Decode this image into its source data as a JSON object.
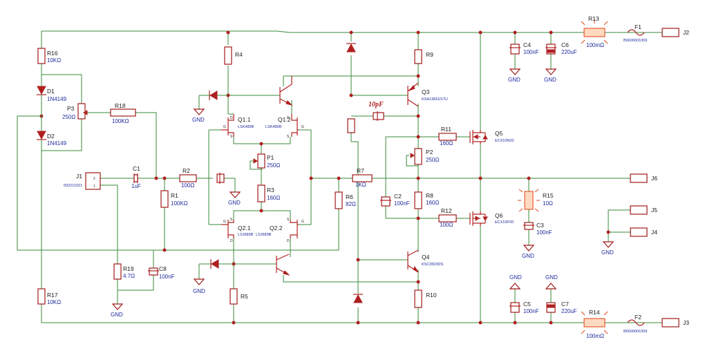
{
  "resistors": {
    "R1": {
      "name": "R1",
      "value": "100KΩ"
    },
    "R2": {
      "name": "R2",
      "value": "100Ω"
    },
    "R3": {
      "name": "R3",
      "value": "160Ω"
    },
    "R4": {
      "name": "R4",
      "value": ""
    },
    "R5": {
      "name": "R5",
      "value": ""
    },
    "R6": {
      "name": "R6",
      "value": "82Ω"
    },
    "R7": {
      "name": "R7",
      "value": "1KΩ"
    },
    "R8": {
      "name": "R8",
      "value": "160Ω"
    },
    "R9": {
      "name": "R9",
      "value": ""
    },
    "R10": {
      "name": "R10",
      "value": ""
    },
    "R11": {
      "name": "R11",
      "value": "160Ω"
    },
    "R12": {
      "name": "R12",
      "value": "100Ω"
    },
    "R13": {
      "name": "R13",
      "value": "100mΩ"
    },
    "R14": {
      "name": "R14",
      "value": "100mΩ"
    },
    "R15": {
      "name": "R15",
      "value": "10Ω"
    },
    "R16": {
      "name": "R16",
      "value": "10KΩ"
    },
    "R17": {
      "name": "R17",
      "value": "10KΩ"
    },
    "R18": {
      "name": "R18",
      "value": "100KΩ"
    },
    "R19": {
      "name": "R19",
      "value": "4.7Ω"
    }
  },
  "pots": {
    "P1": {
      "name": "P1",
      "value": "250Ω"
    },
    "P2": {
      "name": "P2",
      "value": "250Ω"
    },
    "P3": {
      "name": "P3",
      "value": "250Ω"
    }
  },
  "capacitors": {
    "C1": {
      "name": "C1",
      "value": "1uF"
    },
    "C2": {
      "name": "C2",
      "value": "100nF"
    },
    "C3": {
      "name": "C3",
      "value": "100nF"
    },
    "C4": {
      "name": "C4",
      "value": "100nF"
    },
    "C5": {
      "name": "C5",
      "value": "100nF"
    },
    "C6": {
      "name": "C6",
      "value": "220uF"
    },
    "C7": {
      "name": "C7",
      "value": "220uF"
    },
    "C8": {
      "name": "C8",
      "value": "100nF"
    }
  },
  "diodes": {
    "D1": {
      "name": "D1",
      "value": "1N4149"
    },
    "D2": {
      "name": "D2",
      "value": "1N4149"
    }
  },
  "transistors": {
    "Q1_1": {
      "name": "Q1.1",
      "part": "LSK489B"
    },
    "Q1_2": {
      "name": "Q1.2",
      "part": "LSK489B"
    },
    "Q2_1": {
      "name": "Q2.1",
      "part": "LSJ689B"
    },
    "Q2_2": {
      "name": "Q2.2",
      "part": "LSJ689B"
    },
    "Q3": {
      "name": "Q3",
      "part": "KSA1381ESTU"
    },
    "Q4": {
      "name": "Q4",
      "part": "KSC3503DS"
    },
    "Q5": {
      "name": "Q5",
      "part": "ECX10N20"
    },
    "Q6": {
      "name": "Q6",
      "part": "ECX10P20"
    }
  },
  "fuses": {
    "F1": {
      "name": "F1",
      "part": "B6600001009"
    },
    "F2": {
      "name": "F2",
      "part": "B6600001009"
    }
  },
  "connectors": {
    "J1": {
      "name": "J1",
      "part": "002211021",
      "pin1": "1",
      "pin2": "2"
    },
    "J2": {
      "name": "J2"
    },
    "J3": {
      "name": "J3"
    },
    "J4": {
      "name": "J4"
    },
    "J5": {
      "name": "J5"
    },
    "J6": {
      "name": "J6"
    }
  },
  "ground_label": "GND",
  "annotation": "10pF",
  "fet_pins": {
    "gate": "G",
    "drain": "D",
    "source": "S"
  },
  "colors": {
    "wire": "#3a8a3a",
    "component": "#b02020",
    "value_text": "#1e2a9c",
    "label_text": "#1a1a1a"
  }
}
